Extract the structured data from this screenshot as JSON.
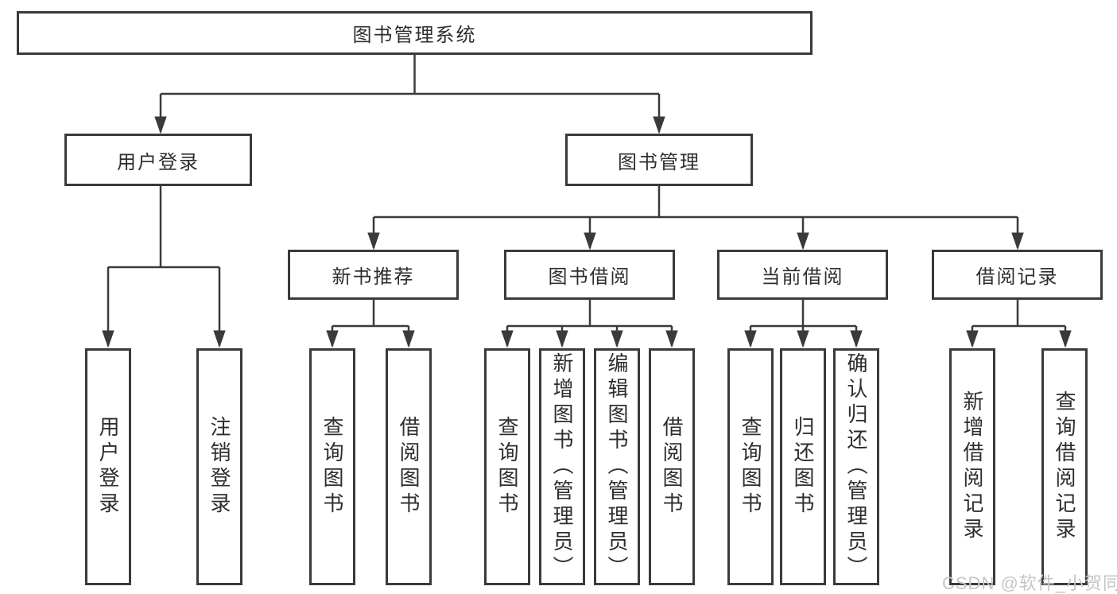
{
  "diagram_title": "图书管理系统",
  "tree": {
    "label": "图书管理系统",
    "children": [
      {
        "label": "用户登录",
        "children": [
          {
            "label": "用户登录"
          },
          {
            "label": "注销登录"
          }
        ]
      },
      {
        "label": "图书管理",
        "children": [
          {
            "label": "新书推荐",
            "children": [
              {
                "label": "查询图书"
              },
              {
                "label": "借阅图书"
              }
            ]
          },
          {
            "label": "图书借阅",
            "children": [
              {
                "label": "查询图书"
              },
              {
                "label": "新增图书（管理员）"
              },
              {
                "label": "编辑图书（管理员）"
              },
              {
                "label": "借阅图书"
              }
            ]
          },
          {
            "label": "当前借阅",
            "children": [
              {
                "label": "查询图书"
              },
              {
                "label": "归还图书"
              },
              {
                "label": "确认归还（管理员）"
              }
            ]
          },
          {
            "label": "借阅记录",
            "children": [
              {
                "label": "新增借阅记录"
              },
              {
                "label": "查询借阅记录"
              }
            ]
          }
        ]
      }
    ]
  },
  "watermark": {
    "text": "CSDN @软件_小贺同学"
  },
  "colors": {
    "line": "#3a3a3a",
    "box_border": "#3a3a3a",
    "text": "#2e2e2e",
    "watermark": "#c6c6c6",
    "background": "#ffffff"
  }
}
